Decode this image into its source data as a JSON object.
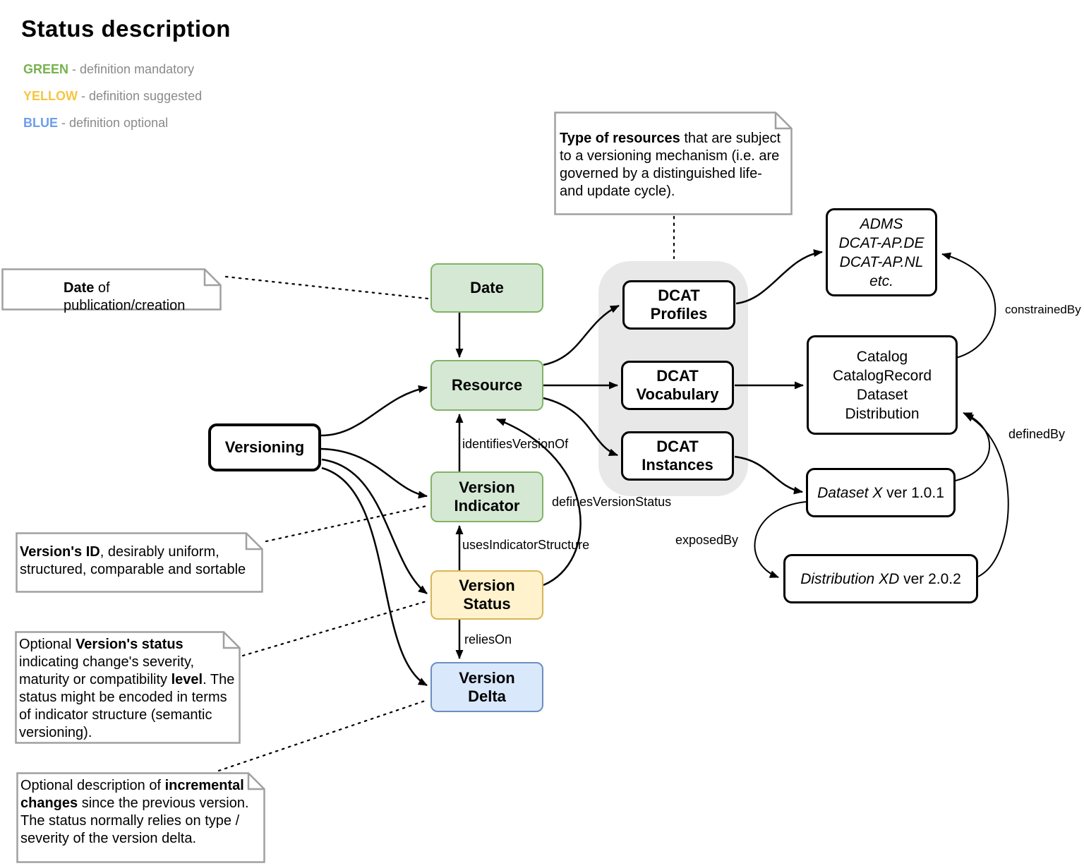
{
  "title": "Status description",
  "legend": [
    {
      "term": "GREEN",
      "desc": " - definition mandatory",
      "color": "#76b24e"
    },
    {
      "term": "YELLOW",
      "desc": " - definition suggested",
      "color": "#f5c642"
    },
    {
      "term": "BLUE",
      "desc": " - definition optional",
      "color": "#6d9eeb"
    }
  ],
  "colors": {
    "green_fill": "#d5e8d4",
    "green_border": "#82b366",
    "yellow_fill": "#fff2cc",
    "yellow_border": "#d6b656",
    "blue_fill": "#dae8fc",
    "blue_border": "#6c8ebf",
    "container_fill": "#e8e8e8",
    "note_border": "#a0a0a0",
    "legend_desc_gray": "#8a8a8a"
  },
  "nodes": {
    "date": "Date",
    "resource": "Resource",
    "versioning": "Versioning",
    "version_indicator": "Version Indicator",
    "version_status": "Version Status",
    "version_delta": "Version Delta",
    "dcat_profiles": "DCAT Profiles",
    "dcat_vocabulary": "DCAT Vocabulary",
    "dcat_instances": "DCAT Instances",
    "adms_lines": [
      "ADMS",
      "DCAT-AP.DE",
      "DCAT-AP.NL",
      "etc."
    ],
    "catalog_lines": [
      "Catalog",
      "CatalogRecord",
      "Dataset",
      "Distribution"
    ],
    "dataset_x": {
      "italic": "Dataset X",
      "rest": " ver 1.0.1"
    },
    "distribution_xd": {
      "italic": "Distribution XD",
      "rest": " ver 2.0.2"
    }
  },
  "edges": {
    "identifiesVersionOf": "identifiesVersionOf",
    "usesIndicatorStructure": "usesIndicatorStructure",
    "definesVersionStatus": "definesVersionStatus",
    "reliesOn": "reliesOn",
    "constrainedBy": "constrainedBy",
    "definedBy": "definedBy",
    "exposedBy": "exposedBy"
  },
  "notes": {
    "type_of_resources": {
      "bold": "Type of resources",
      "rest": " that are subject to a versioning mechanism (i.e. are governed by a distinguished life- and update cycle)."
    },
    "date": {
      "bold": "Date",
      "rest": " of publication/creation"
    },
    "version_id": {
      "bold": "Version's ID",
      "rest": ", desirably uniform, structured, comparable and sortable"
    },
    "version_status": {
      "pre": "Optional ",
      "bold": "Version's status",
      "mid": " indicating change's severity, maturity or compatibility ",
      "bold2": "level",
      "rest": ". The status might be encoded in terms of indicator structure (semantic versioning)."
    },
    "version_delta": {
      "pre": "Optional description of ",
      "bold": "incremental changes",
      "rest": " since the previous version. The status normally relies on type / severity of the version delta."
    }
  }
}
